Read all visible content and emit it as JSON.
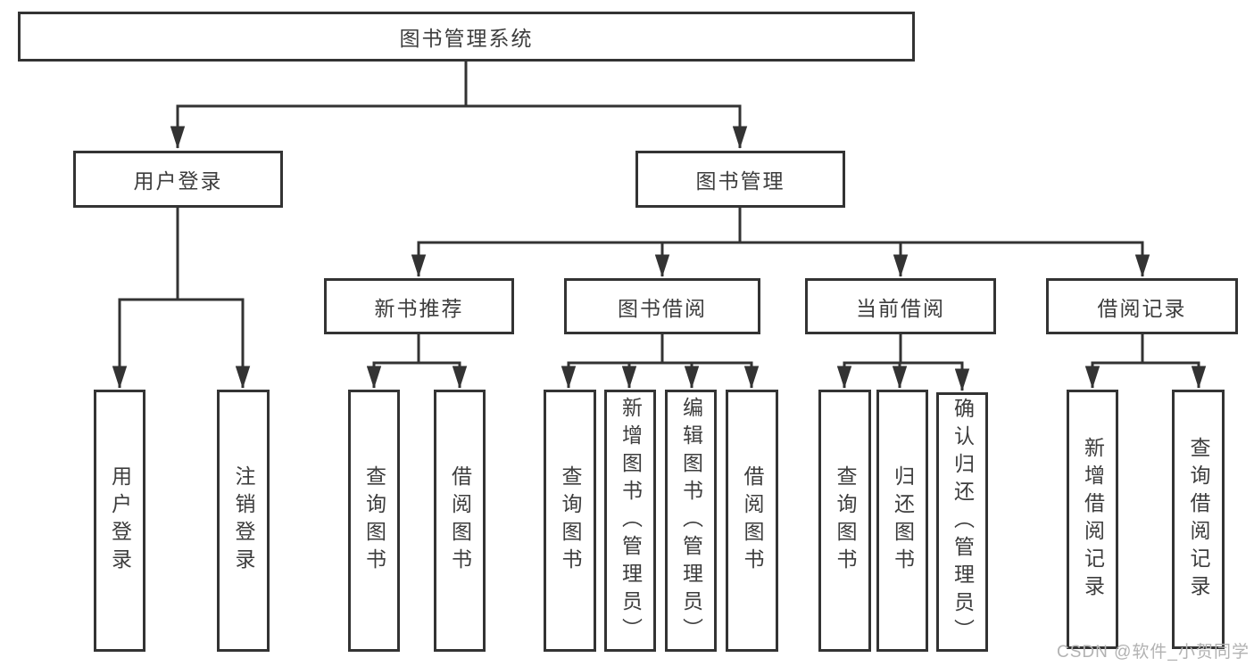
{
  "diagram_type": "function-structure-tree",
  "colors": {
    "line": "#333333",
    "text": "#3d3d3d",
    "box_background": "#ffffff",
    "watermark": "#b2b2b2"
  },
  "watermark": {
    "text": "CSDN @软件_小贺同学"
  },
  "tree": {
    "label": "图书管理系统",
    "children": [
      {
        "label": "用户登录",
        "children": [
          {
            "label": "用户登录"
          },
          {
            "label": "注销登录"
          }
        ]
      },
      {
        "label": "图书管理",
        "children": [
          {
            "label": "新书推荐",
            "children": [
              {
                "label": "查询图书"
              },
              {
                "label": "借阅图书"
              }
            ]
          },
          {
            "label": "图书借阅",
            "children": [
              {
                "label": "查询图书"
              },
              {
                "label": "新增图书（管理员）"
              },
              {
                "label": "编辑图书（管理员）"
              },
              {
                "label": "借阅图书"
              }
            ]
          },
          {
            "label": "当前借阅",
            "children": [
              {
                "label": "查询图书"
              },
              {
                "label": "归还图书"
              },
              {
                "label": "确认归还（管理员）"
              }
            ]
          },
          {
            "label": "借阅记录",
            "children": [
              {
                "label": "新增借阅记录"
              },
              {
                "label": "查询借阅记录"
              }
            ]
          }
        ]
      }
    ]
  }
}
